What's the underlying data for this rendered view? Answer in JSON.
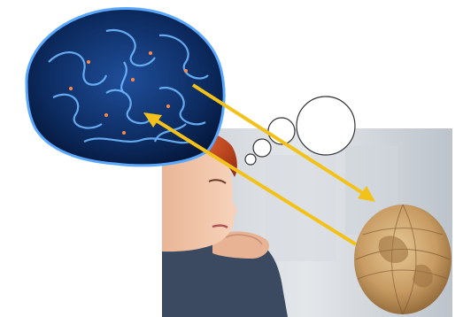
{
  "scene": {
    "brain": {
      "label": "brain",
      "glow_color": "#5aa8ff",
      "body_color": "#123a7a"
    },
    "woman": {
      "hair_color": "#c8431d",
      "skin_color": "#f1c3a5",
      "shirt_color": "#3b4a60"
    },
    "globe": {
      "color": "#c89c63"
    },
    "arrows": {
      "color": "#f2c21a",
      "count": 2
    },
    "thought_bubble": {
      "count": 4
    }
  }
}
